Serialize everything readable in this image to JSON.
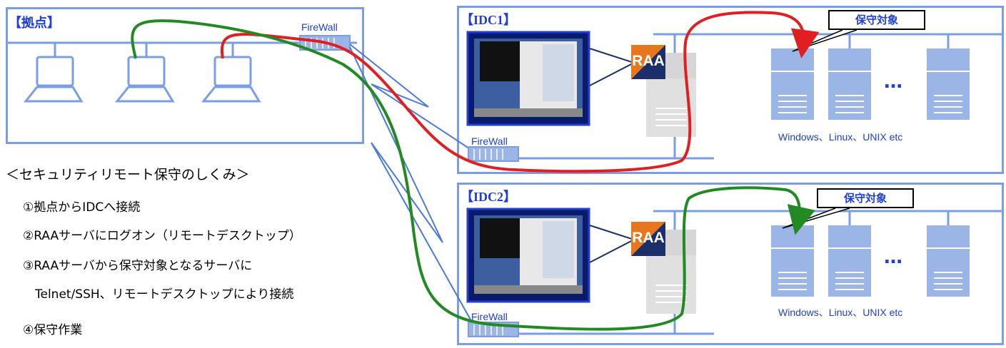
{
  "site": {
    "label": "【拠点】",
    "firewall_label": "FireWall"
  },
  "idc1": {
    "label": "【IDC1】",
    "firewall_label": "FireWall",
    "raa_label": "RAA",
    "target_label": "保守対象",
    "os_label": "Windows、Linux、UNIX etc",
    "ellipsis": "…"
  },
  "idc2": {
    "label": "【IDC2】",
    "firewall_label": "FireWall",
    "raa_label": "RAA",
    "target_label": "保守対象",
    "os_label": "Windows、Linux、UNIX etc",
    "ellipsis": "…"
  },
  "mechanism": {
    "title": "＜セキュリティリモート保守のしくみ＞",
    "steps": [
      "①拠点からIDCへ接続",
      "②RAAサーバにログオン（リモートデスクトップ）",
      "③RAAサーバから保守対象となるサーバに",
      "　Telnet/SSH、リモートデスクトップにより接続",
      "④保守作業"
    ]
  },
  "colors": {
    "box_border": "#7a9de6",
    "label_blue": "#1f3fd6",
    "server_fill": "#9bb6e6",
    "raa_orange": "#e8761c",
    "raa_navy": "#1c2f6b",
    "path_red": "#e02020",
    "path_green": "#238a23",
    "lightning": "#4a7ae0"
  }
}
